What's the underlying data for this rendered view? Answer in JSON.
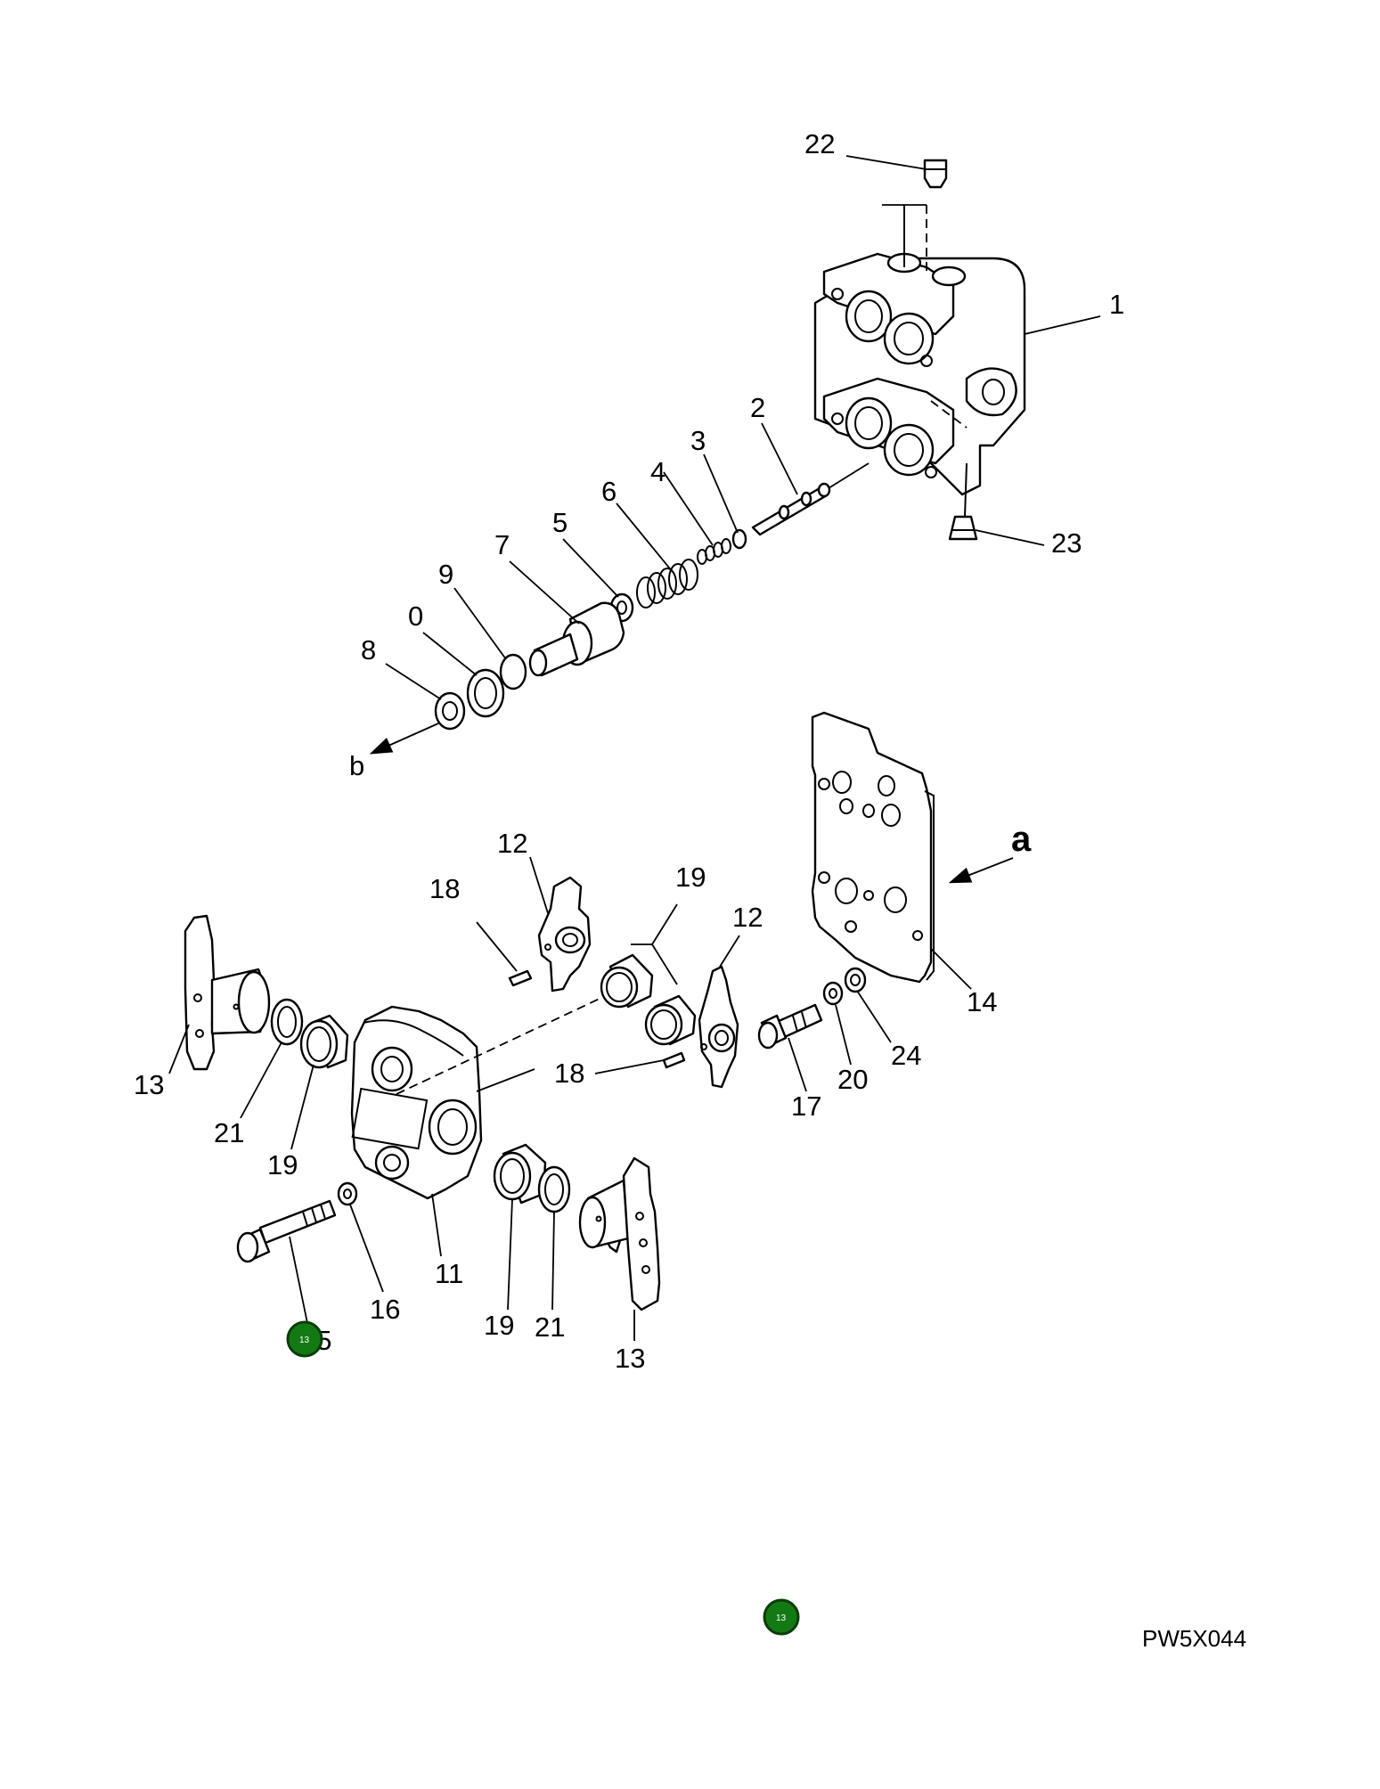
{
  "diagram": {
    "callouts": [
      {
        "id": "c22",
        "label": "22"
      },
      {
        "id": "c1",
        "label": "1"
      },
      {
        "id": "c2",
        "label": "2"
      },
      {
        "id": "c3",
        "label": "3"
      },
      {
        "id": "c4",
        "label": "4"
      },
      {
        "id": "c5",
        "label": "5"
      },
      {
        "id": "c6",
        "label": "6"
      },
      {
        "id": "c7",
        "label": "7"
      },
      {
        "id": "c9",
        "label": "9"
      },
      {
        "id": "c10",
        "label": "0"
      },
      {
        "id": "c8",
        "label": "8"
      },
      {
        "id": "c23",
        "label": "23"
      },
      {
        "id": "cb",
        "label": "b"
      },
      {
        "id": "c12a",
        "label": "12"
      },
      {
        "id": "c19a",
        "label": "19"
      },
      {
        "id": "c18a",
        "label": "18"
      },
      {
        "id": "c12b",
        "label": "12"
      },
      {
        "id": "c14",
        "label": "14"
      },
      {
        "id": "c24",
        "label": "24"
      },
      {
        "id": "c20",
        "label": "20"
      },
      {
        "id": "c17",
        "label": "17"
      },
      {
        "id": "c18b",
        "label": "18"
      },
      {
        "id": "c13a",
        "label": "13"
      },
      {
        "id": "c21a",
        "label": "21"
      },
      {
        "id": "c19b",
        "label": "19"
      },
      {
        "id": "c11",
        "label": "11"
      },
      {
        "id": "c16",
        "label": "16"
      },
      {
        "id": "c19c",
        "label": "19"
      },
      {
        "id": "c21b",
        "label": "21"
      },
      {
        "id": "c13b",
        "label": "13"
      },
      {
        "id": "c15",
        "label": "15"
      }
    ],
    "view_marker": "a",
    "drawing_code": "PW5X044",
    "hotspots": [
      {
        "id": "h1",
        "label": "13"
      },
      {
        "id": "h2",
        "label": "13"
      }
    ]
  },
  "colors": {
    "hotspot": "#137a13",
    "line": "#000000",
    "background": "#ffffff"
  }
}
